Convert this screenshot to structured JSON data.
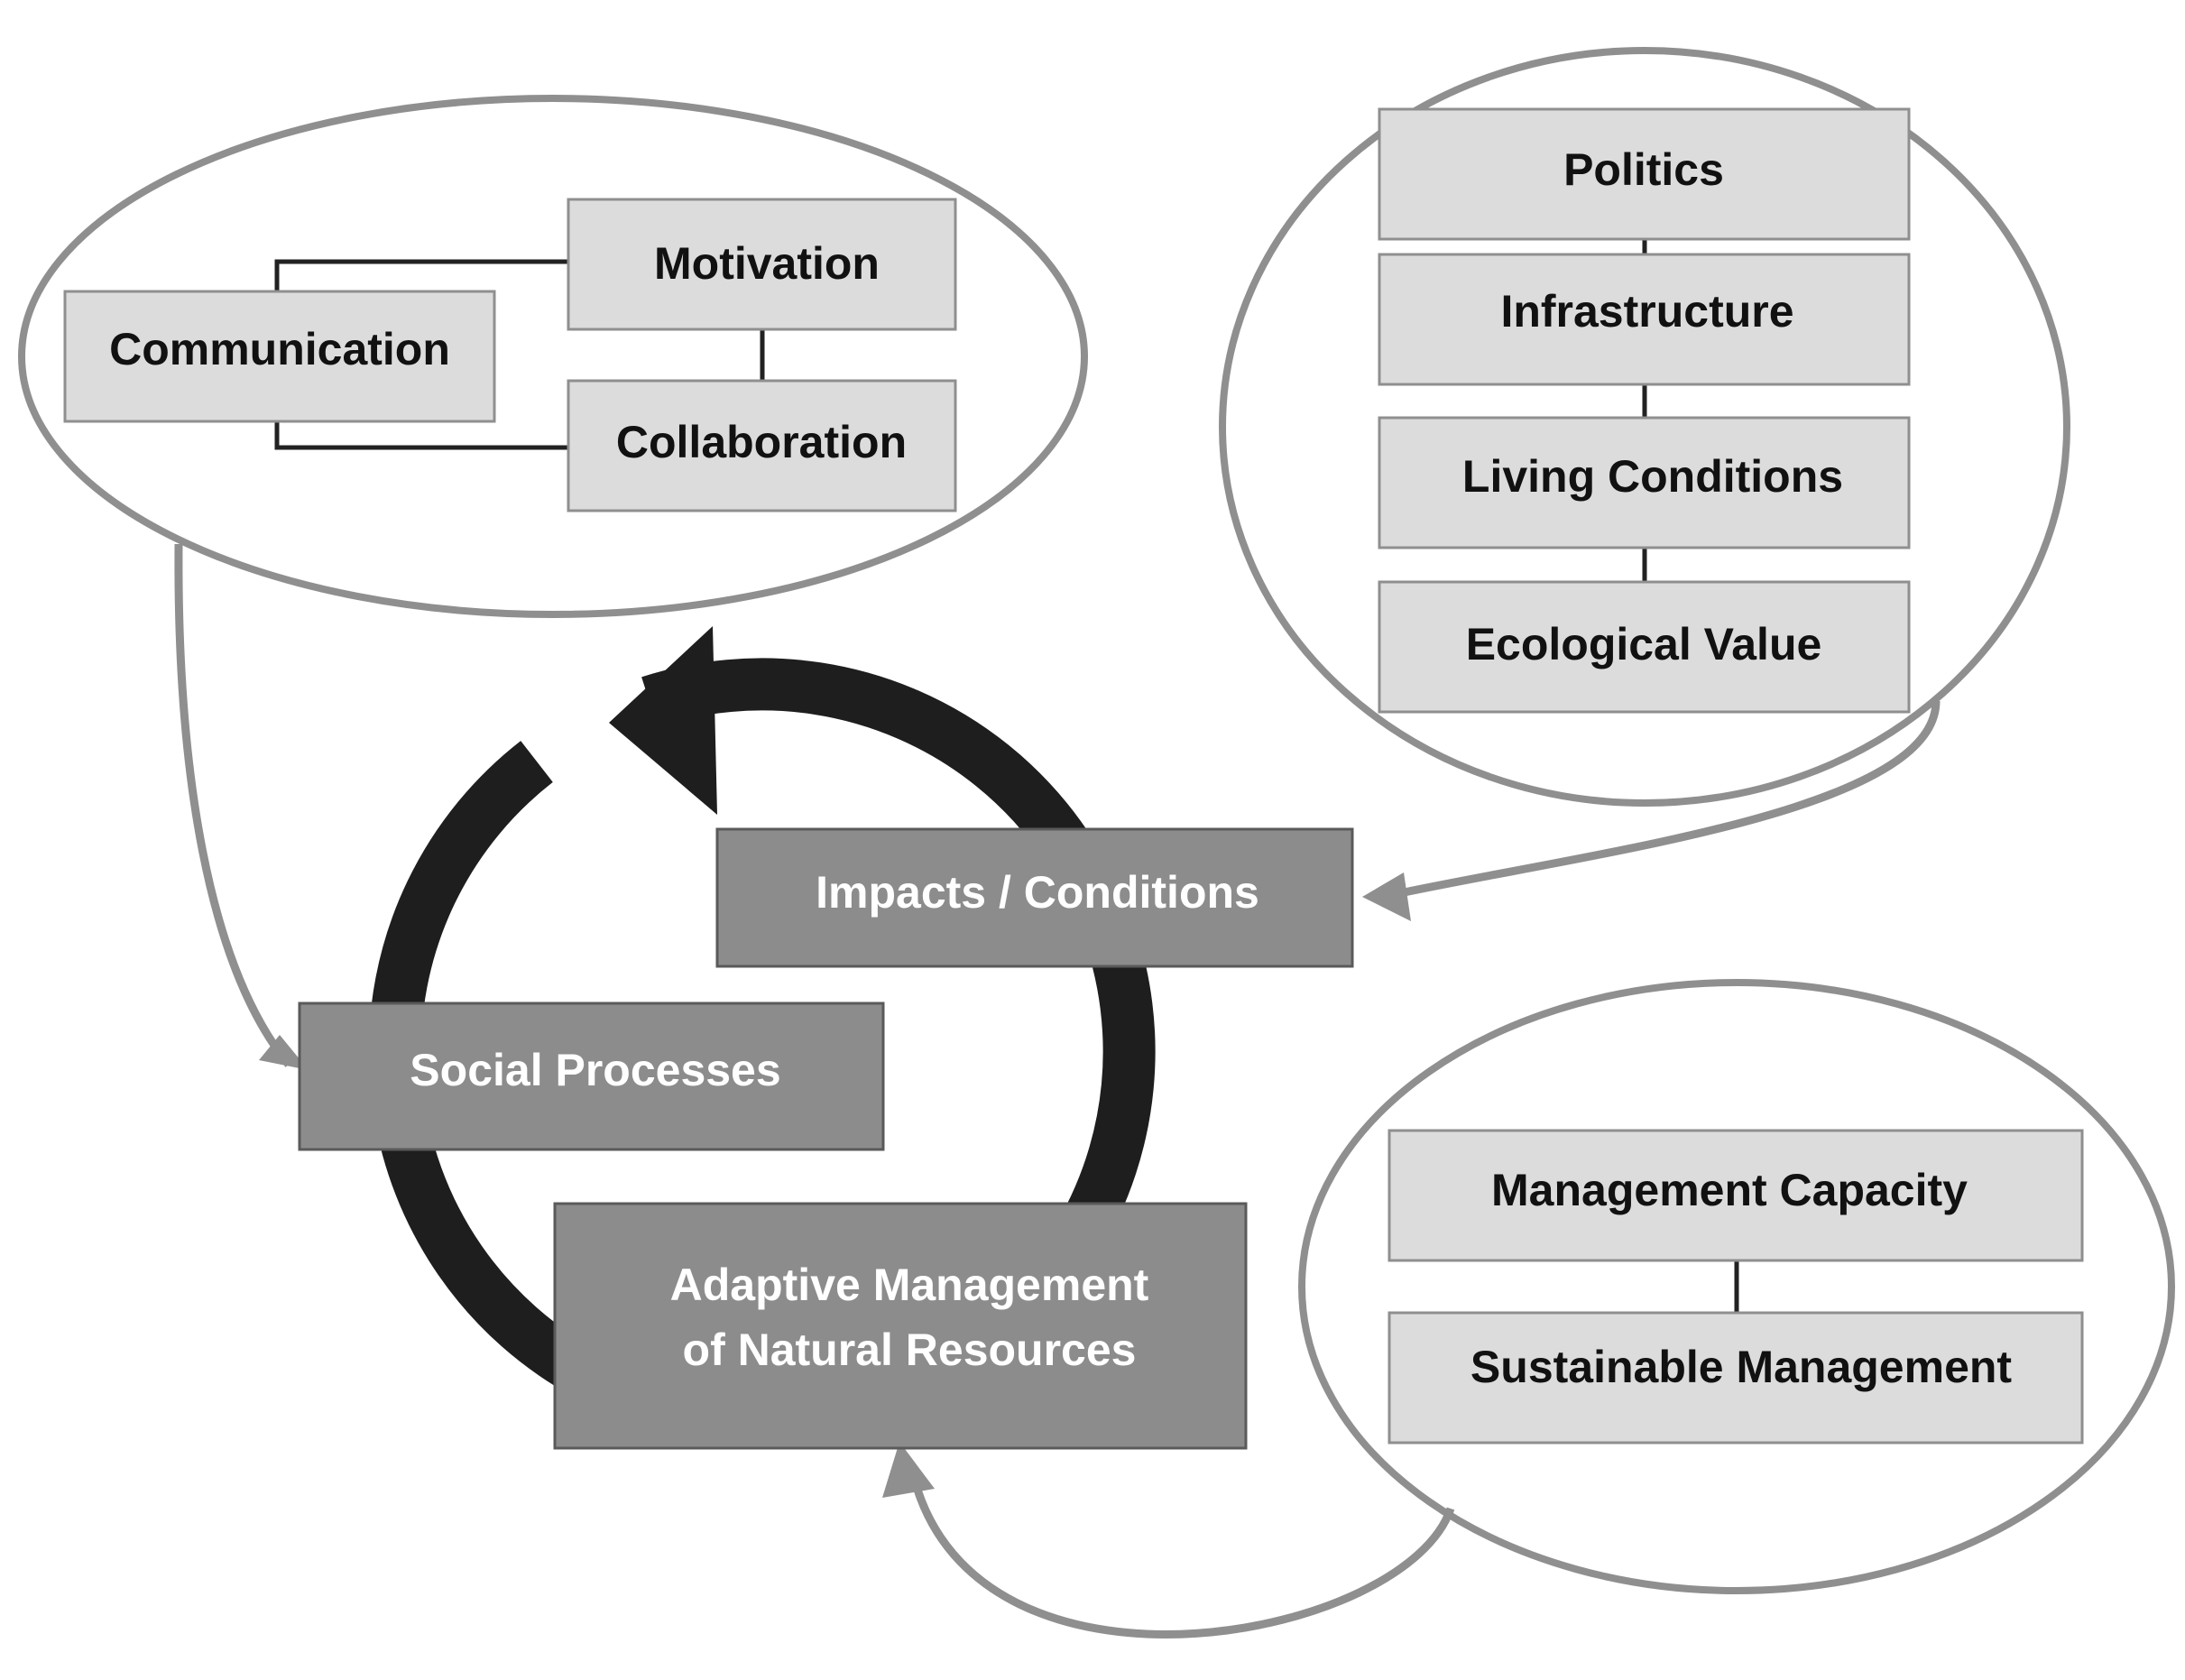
{
  "diagram": {
    "cluster_social": {
      "communication": "Communication",
      "motivation": "Motivation",
      "collaboration": "Collaboration"
    },
    "cluster_context": {
      "politics": "Politics",
      "infrastructure": "Infrastructure",
      "living_conditions": "Living Conditions",
      "ecological_value": "Ecological Value"
    },
    "cluster_management": {
      "management_capacity": "Management Capacity",
      "sustainable_management": "Sustainable Management"
    },
    "cycle": {
      "impacts_conditions": "Impacts / Conditions",
      "social_processes": "Social Processes",
      "adaptive_management_line1": "Adaptive Management",
      "adaptive_management_line2": "of Natural Resources"
    },
    "colors": {
      "light_box_fill": "#dcdcdc",
      "dark_box_fill": "#8c8c8c",
      "outline_gray": "#8f8f8f",
      "cycle_arrow": "#1e1e1e"
    }
  }
}
